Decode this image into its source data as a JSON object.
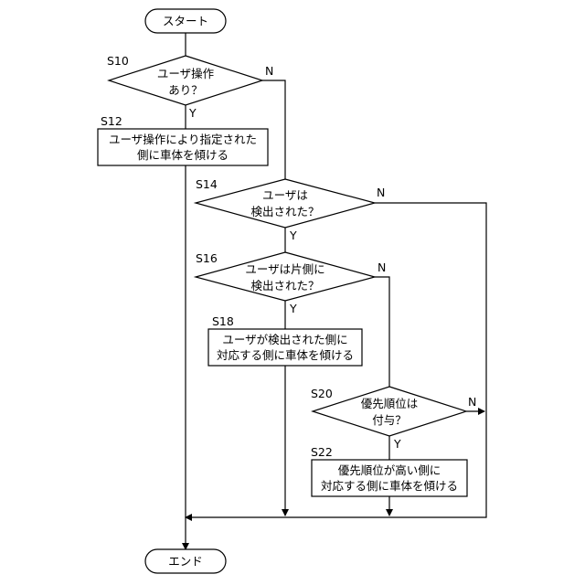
{
  "flowchart": {
    "start": "スタート",
    "end": "エンド",
    "steps": {
      "s10": {
        "id": "S10",
        "lines": [
          "ユーザ操作",
          "あり？"
        ],
        "yes": "Y",
        "no": "N"
      },
      "s12": {
        "id": "S12",
        "lines": [
          "ユーザ操作により指定された",
          "側に車体を傾ける"
        ]
      },
      "s14": {
        "id": "S14",
        "lines": [
          "ユーザは",
          "検出された？"
        ],
        "yes": "Y",
        "no": "N"
      },
      "s16": {
        "id": "S16",
        "lines": [
          "ユーザは片側に",
          "検出された？"
        ],
        "yes": "Y",
        "no": "N"
      },
      "s18": {
        "id": "S18",
        "lines": [
          "ユーザが検出された側に",
          "対応する側に車体を傾ける"
        ]
      },
      "s20": {
        "id": "S20",
        "lines": [
          "優先順位は",
          "付与？"
        ],
        "yes": "Y",
        "no": "N"
      },
      "s22": {
        "id": "S22",
        "lines": [
          "優先順位が高い側に",
          "対応する側に車体を傾ける"
        ]
      }
    }
  }
}
